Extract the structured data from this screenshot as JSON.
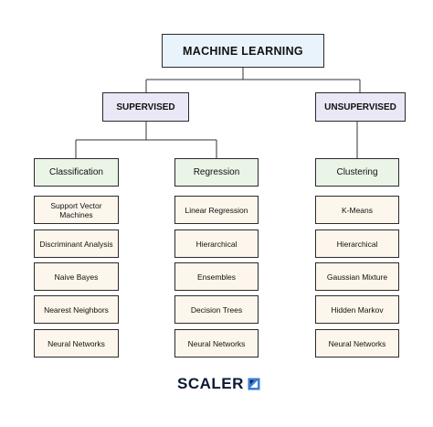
{
  "root": "MACHINE LEARNING",
  "branches": {
    "supervised": "SUPERVISED",
    "unsupervised": "UNSUPERVISED"
  },
  "categories": {
    "classification": {
      "title": "Classification",
      "items": [
        "Support Vector Machines",
        "Discriminant Analysis",
        "Naive Bayes",
        "Nearest Neighbors",
        "Neural Networks"
      ]
    },
    "regression": {
      "title": "Regression",
      "items": [
        "Linear Regression",
        "Hierarchical",
        "Ensembles",
        "Decision Trees",
        "Neural Networks"
      ]
    },
    "clustering": {
      "title": "Clustering",
      "items": [
        "K-Means",
        "Hierarchical",
        "Gaussian Mixture",
        "Hidden Markov",
        "Neural Networks"
      ]
    }
  },
  "brand": {
    "name": "SCALER",
    "icon": "scaler-logo-icon",
    "color": "#0b1a33",
    "accent": "#3a7bd5"
  }
}
